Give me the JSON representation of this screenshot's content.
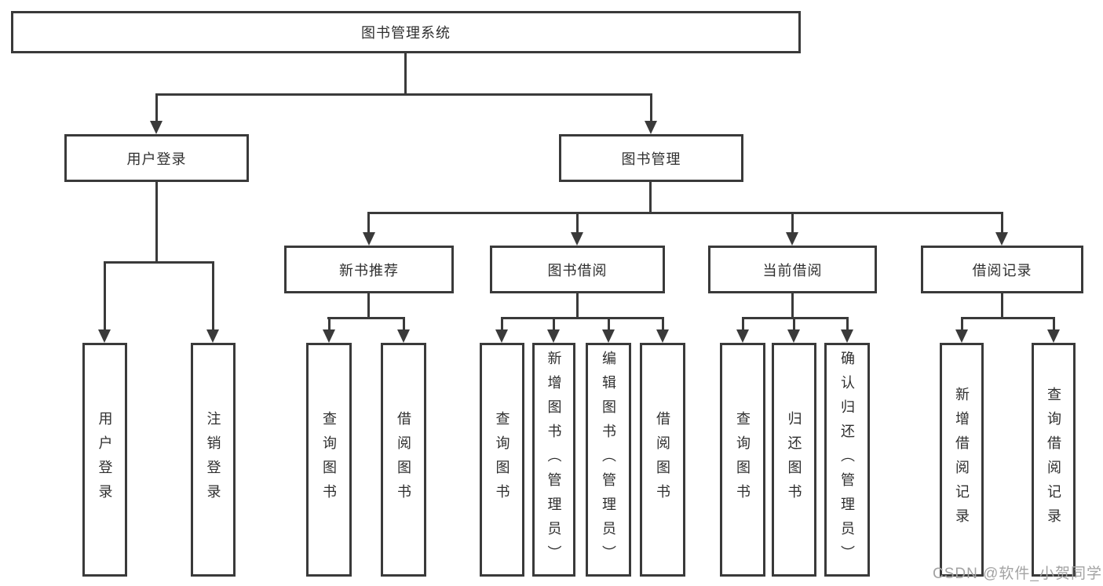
{
  "diagram_title": "图书管理系统",
  "colors": {
    "line": "#3a3a3a",
    "text": "#2f2f2f",
    "watermark": "#a3a3a3",
    "background": "#ffffff"
  },
  "tree": {
    "root": {
      "label": "图书管理系统"
    },
    "children": [
      {
        "label": "用户登录",
        "children": [
          {
            "label": "用户登录"
          },
          {
            "label": "注销登录"
          }
        ]
      },
      {
        "label": "图书管理",
        "children": [
          {
            "label": "新书推荐",
            "children": [
              {
                "label": "查询图书"
              },
              {
                "label": "借阅图书"
              }
            ]
          },
          {
            "label": "图书借阅",
            "children": [
              {
                "label": "查询图书"
              },
              {
                "label": "新增图书（管理员）"
              },
              {
                "label": "编辑图书（管理员）"
              },
              {
                "label": "借阅图书"
              }
            ]
          },
          {
            "label": "当前借阅",
            "children": [
              {
                "label": "查询图书"
              },
              {
                "label": "归还图书"
              },
              {
                "label": "确认归还（管理员）"
              }
            ]
          },
          {
            "label": "借阅记录",
            "children": [
              {
                "label": "新增借阅记录"
              },
              {
                "label": "查询借阅记录"
              }
            ]
          }
        ]
      }
    ]
  },
  "watermark": {
    "text": "CSDN @软件_小贺同学"
  }
}
